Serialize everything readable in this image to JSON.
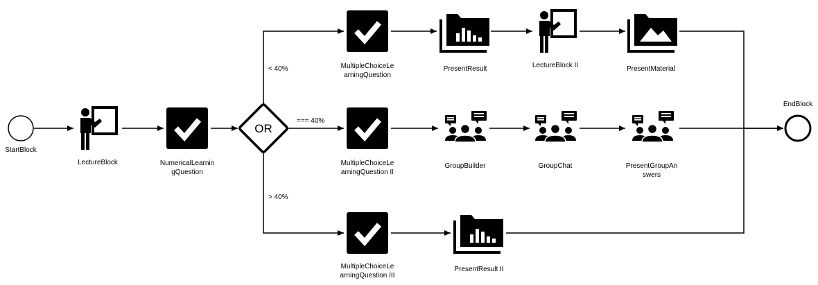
{
  "colors": {
    "stroke": "#000000",
    "fill": "#000000",
    "background": "#ffffff"
  },
  "nodes": {
    "start": {
      "label": "StartBlock",
      "icon": "start-event-circle"
    },
    "lecture": {
      "label": "LectureBlock",
      "icon": "presenter-board-icon"
    },
    "numq": {
      "label": "NumericalLearnin\ngQuestion",
      "icon": "checkmark-icon"
    },
    "gateway": {
      "label": "OR",
      "icon": "or-gateway-diamond"
    },
    "mcq1": {
      "label": "MultipleChoiceLe\narningQuestion",
      "icon": "checkmark-icon"
    },
    "res1": {
      "label": "PresentResult",
      "icon": "bar-chart-folder-icon"
    },
    "lec2": {
      "label": "LectureBlock II",
      "icon": "presenter-board-icon"
    },
    "mat": {
      "label": "PresentMaterial",
      "icon": "image-folder-icon"
    },
    "mcq2": {
      "label": "MultipleChoiceLe\narningQuestion II",
      "icon": "checkmark-icon"
    },
    "gb": {
      "label": "GroupBuilder",
      "icon": "group-chat-icon"
    },
    "gc": {
      "label": "GroupChat",
      "icon": "group-chat-icon"
    },
    "pga": {
      "label": "PresentGroupAn\nswers",
      "icon": "group-chat-icon"
    },
    "mcq3": {
      "label": "MultipleChoiceLe\narningQuestion III",
      "icon": "checkmark-icon"
    },
    "res2": {
      "label": "PresentResult II",
      "icon": "bar-chart-folder-icon"
    },
    "end": {
      "label": "EndBlock",
      "icon": "end-event-circle"
    }
  },
  "edges": {
    "lt40": "< 40%",
    "eq40": "=== 40%",
    "gt40": "> 40%"
  }
}
